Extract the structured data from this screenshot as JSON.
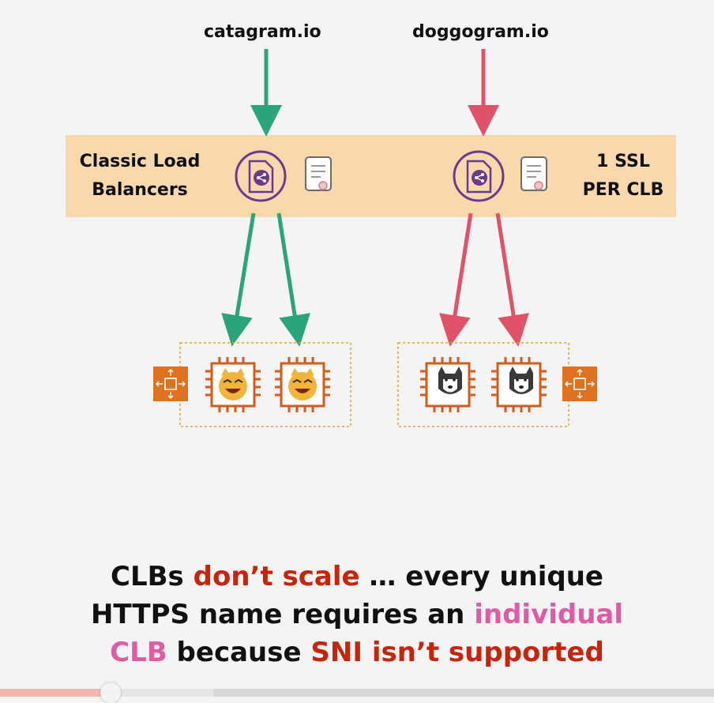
{
  "diagram": {
    "domains": [
      "catagram.io",
      "doggogram.io"
    ],
    "band_left_label_line1": "Classic Load",
    "band_left_label_line2": "Balancers",
    "band_right_label_line1": "1 SSL",
    "band_right_label_line2": "PER CLB",
    "colors": {
      "green": "#2aa57b",
      "red": "#e05267",
      "band": "#f9d9ab",
      "purple": "#6a3a8e",
      "orange": "#e0721f"
    }
  },
  "caption": {
    "line1_a": "CLBs ",
    "line1_b": "don’t scale",
    "line1_c": " … every unique",
    "line2_a": "HTTPS name requires an ",
    "line2_b": "individual",
    "line3_a": "CLB",
    "line3_b": " because ",
    "line3_c": "SNI isn’t supported"
  },
  "video": {
    "progress_fraction": 0.155
  }
}
